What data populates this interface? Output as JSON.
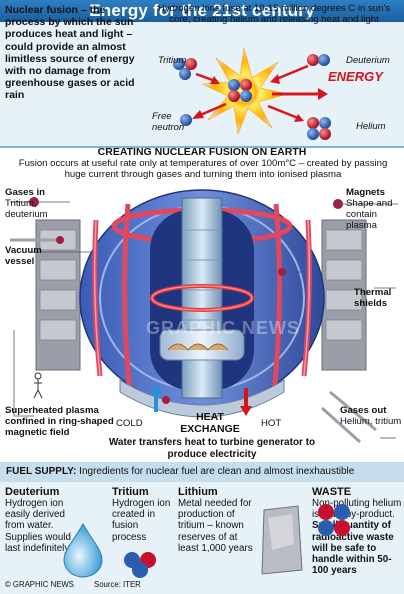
{
  "title": "Energy for the 21st century",
  "intro": {
    "text": "Nuclear fusion – the process by which the sun produces heat and light – could provide an almost limitless source of energy with no damage from greenhouse gases or acid rain"
  },
  "sun_caption": "Hydrogen ions fuse at 10-15 million degrees C in sun's core, creating helium and releasing heat and light",
  "particles": {
    "tritium": "Tritium",
    "deuterium": "Deuterium",
    "free_neutron": "Free neutron",
    "helium": "Helium",
    "energy": "ENERGY"
  },
  "earth": {
    "heading": "CREATING NUCLEAR FUSION ON EARTH",
    "subtext": "Fusion occurs at useful rate only at temperatures of over 100m°C – created by passing huge current through gases and turning them into ionised plasma"
  },
  "labels": {
    "gases_in_title": "Gases in",
    "gases_in_detail": "Tritium, deuterium",
    "magnets_title": "Magnets",
    "magnets_detail": "Shape and contain plasma",
    "vacuum_vessel": "Vacuum vessel",
    "thermal_shields": "Thermal shields",
    "superheated": "Superheated plasma confined in ring-shaped magnetic field",
    "gases_out_title": "Gases out",
    "gases_out_detail": "Helium, tritium",
    "cold": "COLD",
    "hot": "HOT",
    "heat_exchange": "HEAT EXCHANGE",
    "water_text": "Water transfers heat to turbine generator to produce electricity"
  },
  "fuel": {
    "bar_title": "FUEL SUPPLY:",
    "bar_text": "Ingredients for nuclear fuel are clean and almost inexhaustible",
    "deuterium_title": "Deuterium",
    "deuterium_text": "Hydrogen ion easily derived from water. Supplies would last indefinitely",
    "tritium_title": "Tritium",
    "tritium_text": "Hydrogen ion created in fusion process",
    "lithium_title": "Lithium",
    "lithium_text": "Metal needed for production of tritium – known reserves of at least 1,000 years",
    "waste_title": "WASTE",
    "waste_text": "Non-polluting helium is main by-product.",
    "waste_bold": "Small quantity of radioactive waste will be safe to handle within 50-100 years"
  },
  "footer": {
    "credit": "© GRAPHIC NEWS",
    "source": "Source: ITER"
  },
  "watermark": "GRAPHIC NEWS",
  "colors": {
    "title_bar": "#2469ab",
    "energy": "#d7141a",
    "blue_ball": "#2a5db0",
    "red_ball": "#c8102e",
    "hot_arrow": "#d7141a",
    "cold_arrow": "#2b8fd8"
  }
}
